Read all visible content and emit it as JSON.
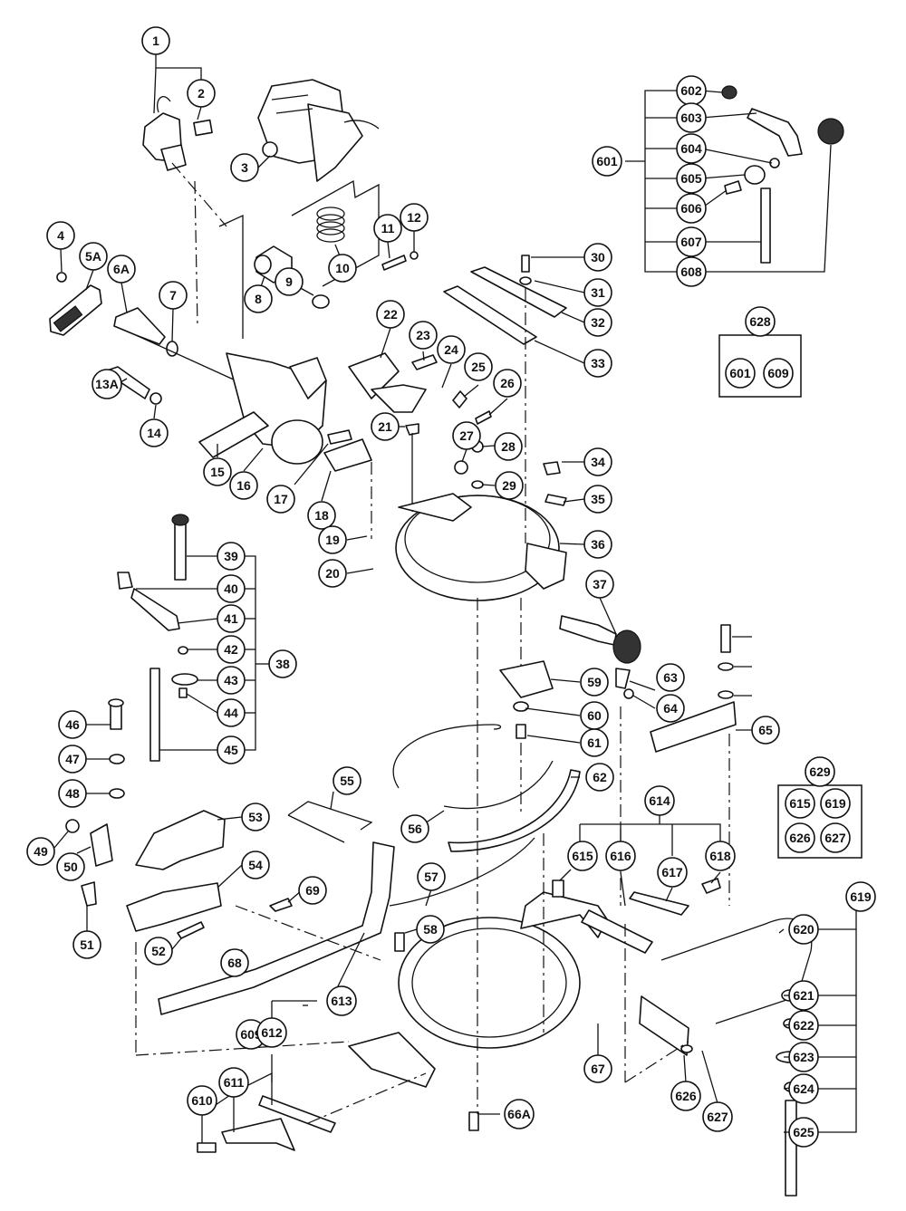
{
  "callouts": [
    "1",
    "2",
    "3",
    "4",
    "5A",
    "6A",
    "7",
    "8",
    "9",
    "10",
    "11",
    "12",
    "13A",
    "14",
    "15",
    "16",
    "17",
    "18",
    "19",
    "20",
    "21",
    "22",
    "23",
    "24",
    "25",
    "26",
    "27",
    "28",
    "29",
    "30",
    "31",
    "32",
    "33",
    "34",
    "35",
    "36",
    "37",
    "38",
    "39",
    "40",
    "41",
    "42",
    "43",
    "44",
    "45",
    "46",
    "47",
    "48",
    "49",
    "50",
    "51",
    "52",
    "53",
    "54",
    "55",
    "56",
    "57",
    "58",
    "59",
    "60",
    "61",
    "62",
    "63",
    "64",
    "65",
    "66A",
    "67",
    "68",
    "69",
    "601",
    "602",
    "603",
    "604",
    "605",
    "606",
    "607",
    "608",
    "609",
    "610",
    "611",
    "612",
    "613",
    "614",
    "615",
    "616",
    "617",
    "618",
    "619",
    "620",
    "621",
    "622",
    "623",
    "624",
    "625",
    "626",
    "627",
    "628",
    "629"
  ],
  "kit_boxes": {
    "k628": {
      "title": "628",
      "items": [
        "601",
        "609"
      ]
    },
    "k629": {
      "title": "629",
      "items": [
        "615",
        "619",
        "626",
        "627"
      ]
    }
  }
}
